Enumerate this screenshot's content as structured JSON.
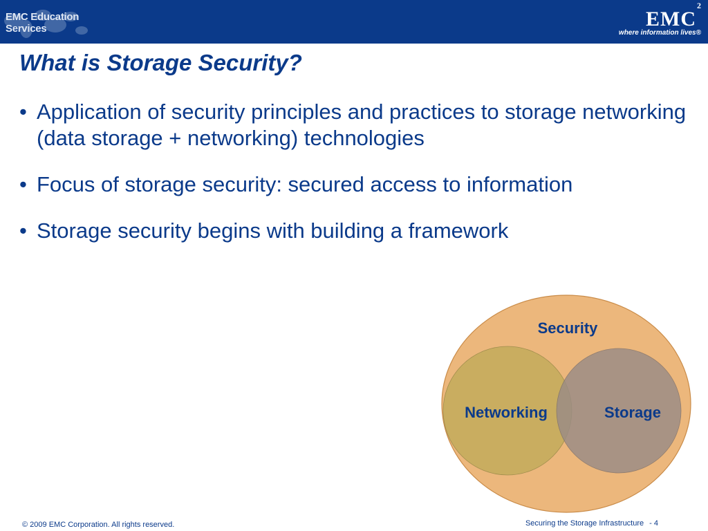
{
  "header": {
    "left_logo_text": "EMC Education Services",
    "brand": "EMC",
    "brand_superscript": "2",
    "tagline": "where information lives",
    "tagline_mark": "®"
  },
  "slide": {
    "title": "What is Storage Security?",
    "bullets": [
      "Application of security principles and practices to storage networking (data storage + networking) technologies",
      "Focus of storage security: secured access to information",
      "Storage security begins with building a framework"
    ],
    "bullet_glyph": "•"
  },
  "diagram": {
    "outer_label": "Security",
    "left_label": "Networking",
    "right_label": "Storage",
    "colors": {
      "outer_fill": "#ecb77c",
      "left_fill": "#c7ad5e",
      "right_fill": "#9a8c86",
      "stroke": "#c98b48",
      "text": "#0b3a8a"
    }
  },
  "footer": {
    "copyright": "© 2009 EMC Corporation. All rights reserved.",
    "course": "Securing the Storage Infrastructure",
    "page": "- 4"
  },
  "colors": {
    "header_bg": "#0b3a8a",
    "text_primary": "#0b3a8a"
  }
}
